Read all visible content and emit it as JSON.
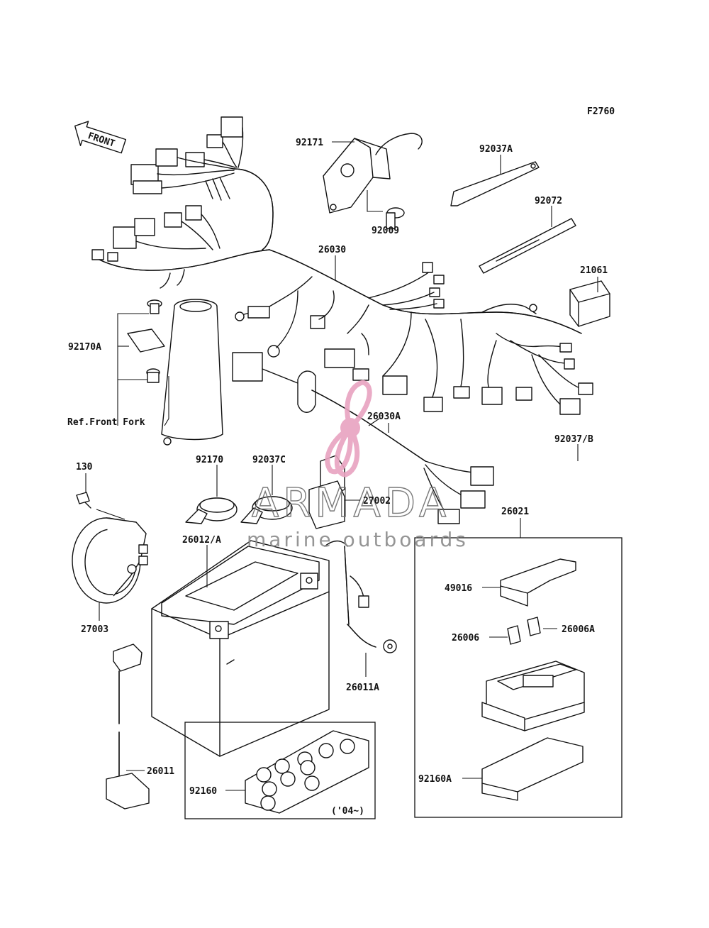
{
  "figure_code": "F2760",
  "front_arrow_label": "FRONT",
  "ref_note": "Ref.Front Fork",
  "year_note": "('04~)",
  "watermark": {
    "brand": "ARMADA",
    "tagline": "marine outboards",
    "color": "#e8a3c0"
  },
  "callouts": {
    "c92171": "92171",
    "c92037A": "92037A",
    "c92009": "92009",
    "c92072": "92072",
    "c26030": "26030",
    "c21061": "21061",
    "c92170A": "92170A",
    "c26030A": "26030A",
    "c92037B": "92037/B",
    "c130": "130",
    "c92170": "92170",
    "c92037C": "92037C",
    "c27002": "27002",
    "c26021": "26021",
    "c26012A": "26012/A",
    "c49016": "49016",
    "c27003": "27003",
    "c26006": "26006",
    "c26006A": "26006A",
    "c26011A": "26011A",
    "c26011": "26011",
    "c92160": "92160",
    "c92160A": "92160A"
  }
}
